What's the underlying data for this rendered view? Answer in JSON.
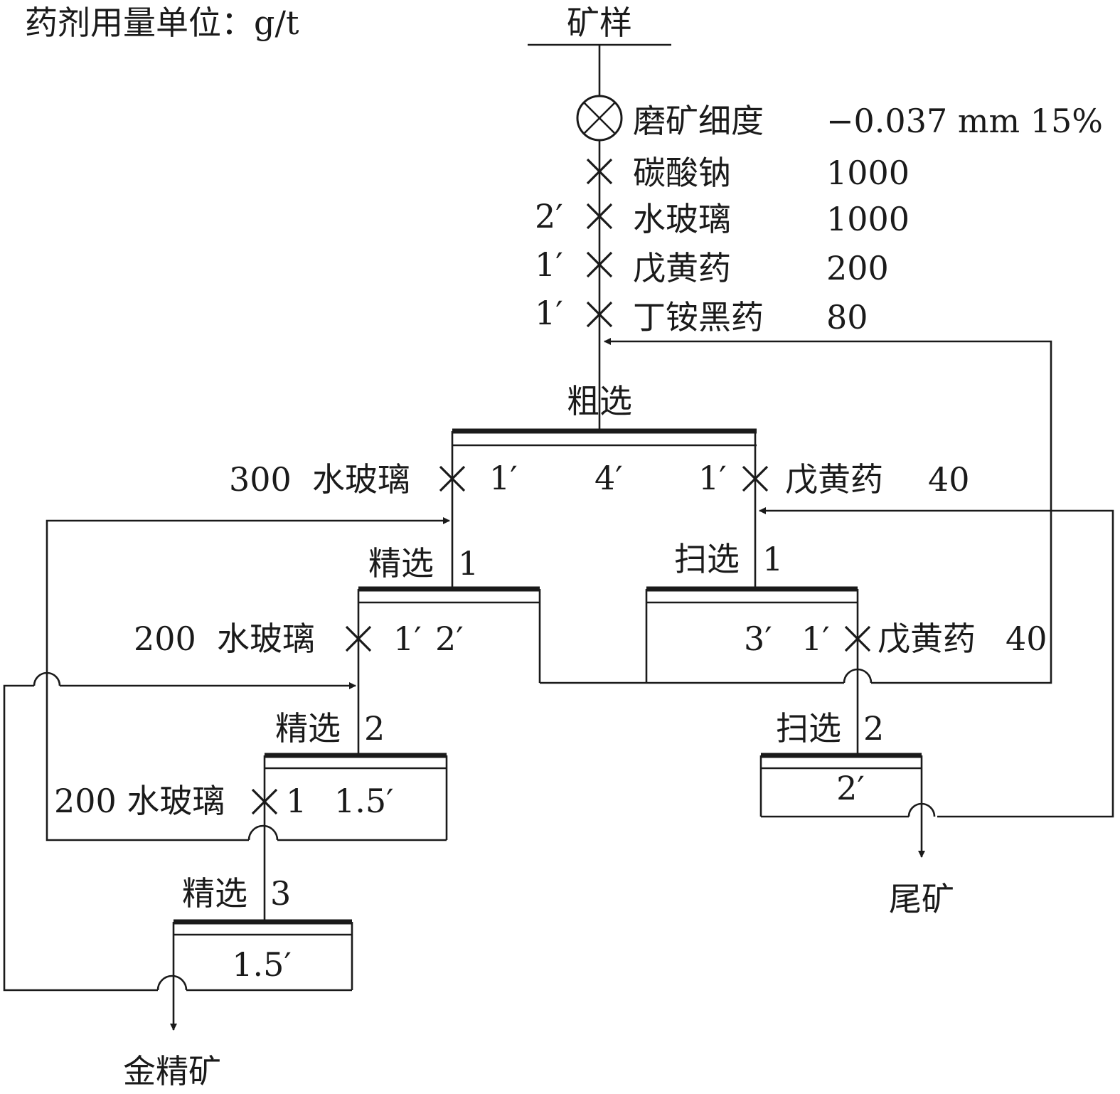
{
  "unit_note": "药剂用量单位：g/t",
  "feed": "矿样",
  "grinding": {
    "label": "磨矿细度",
    "value": "−0.037 mm 15%"
  },
  "reagents": [
    {
      "time": "",
      "name": "碳酸钠",
      "dose": "1000"
    },
    {
      "time": "2′",
      "name": "水玻璃",
      "dose": "1000"
    },
    {
      "time": "1′",
      "name": "戊黄药",
      "dose": "200"
    },
    {
      "time": "1′",
      "name": "丁铵黑药",
      "dose": "80"
    }
  ],
  "rougher": {
    "label": "粗选",
    "left_reagent": "300  水玻璃",
    "left_time": "1′",
    "float_time": "4′",
    "right_time": "1′",
    "right_reagent": "戊黄药",
    "right_dose": "40"
  },
  "cleaner1": {
    "label": "精选",
    "num": "1",
    "reagent": "200  水玻璃",
    "time1": "1′",
    "time2": "2′"
  },
  "scavenger1": {
    "label": "扫选",
    "num": "1",
    "float_time": "3′",
    "time": "1′",
    "reagent": "戊黄药",
    "dose": "40"
  },
  "cleaner2": {
    "label": "精选",
    "num": "2",
    "reagent": "200 水玻璃",
    "time1": "1",
    "time2": "1.5′"
  },
  "scavenger2": {
    "label": "扫选",
    "num": "2",
    "float_time": "2′"
  },
  "cleaner3": {
    "label": "精选",
    "num": "3",
    "float_time": "1.5′"
  },
  "tailings": "尾矿",
  "concentrate": "金精矿"
}
